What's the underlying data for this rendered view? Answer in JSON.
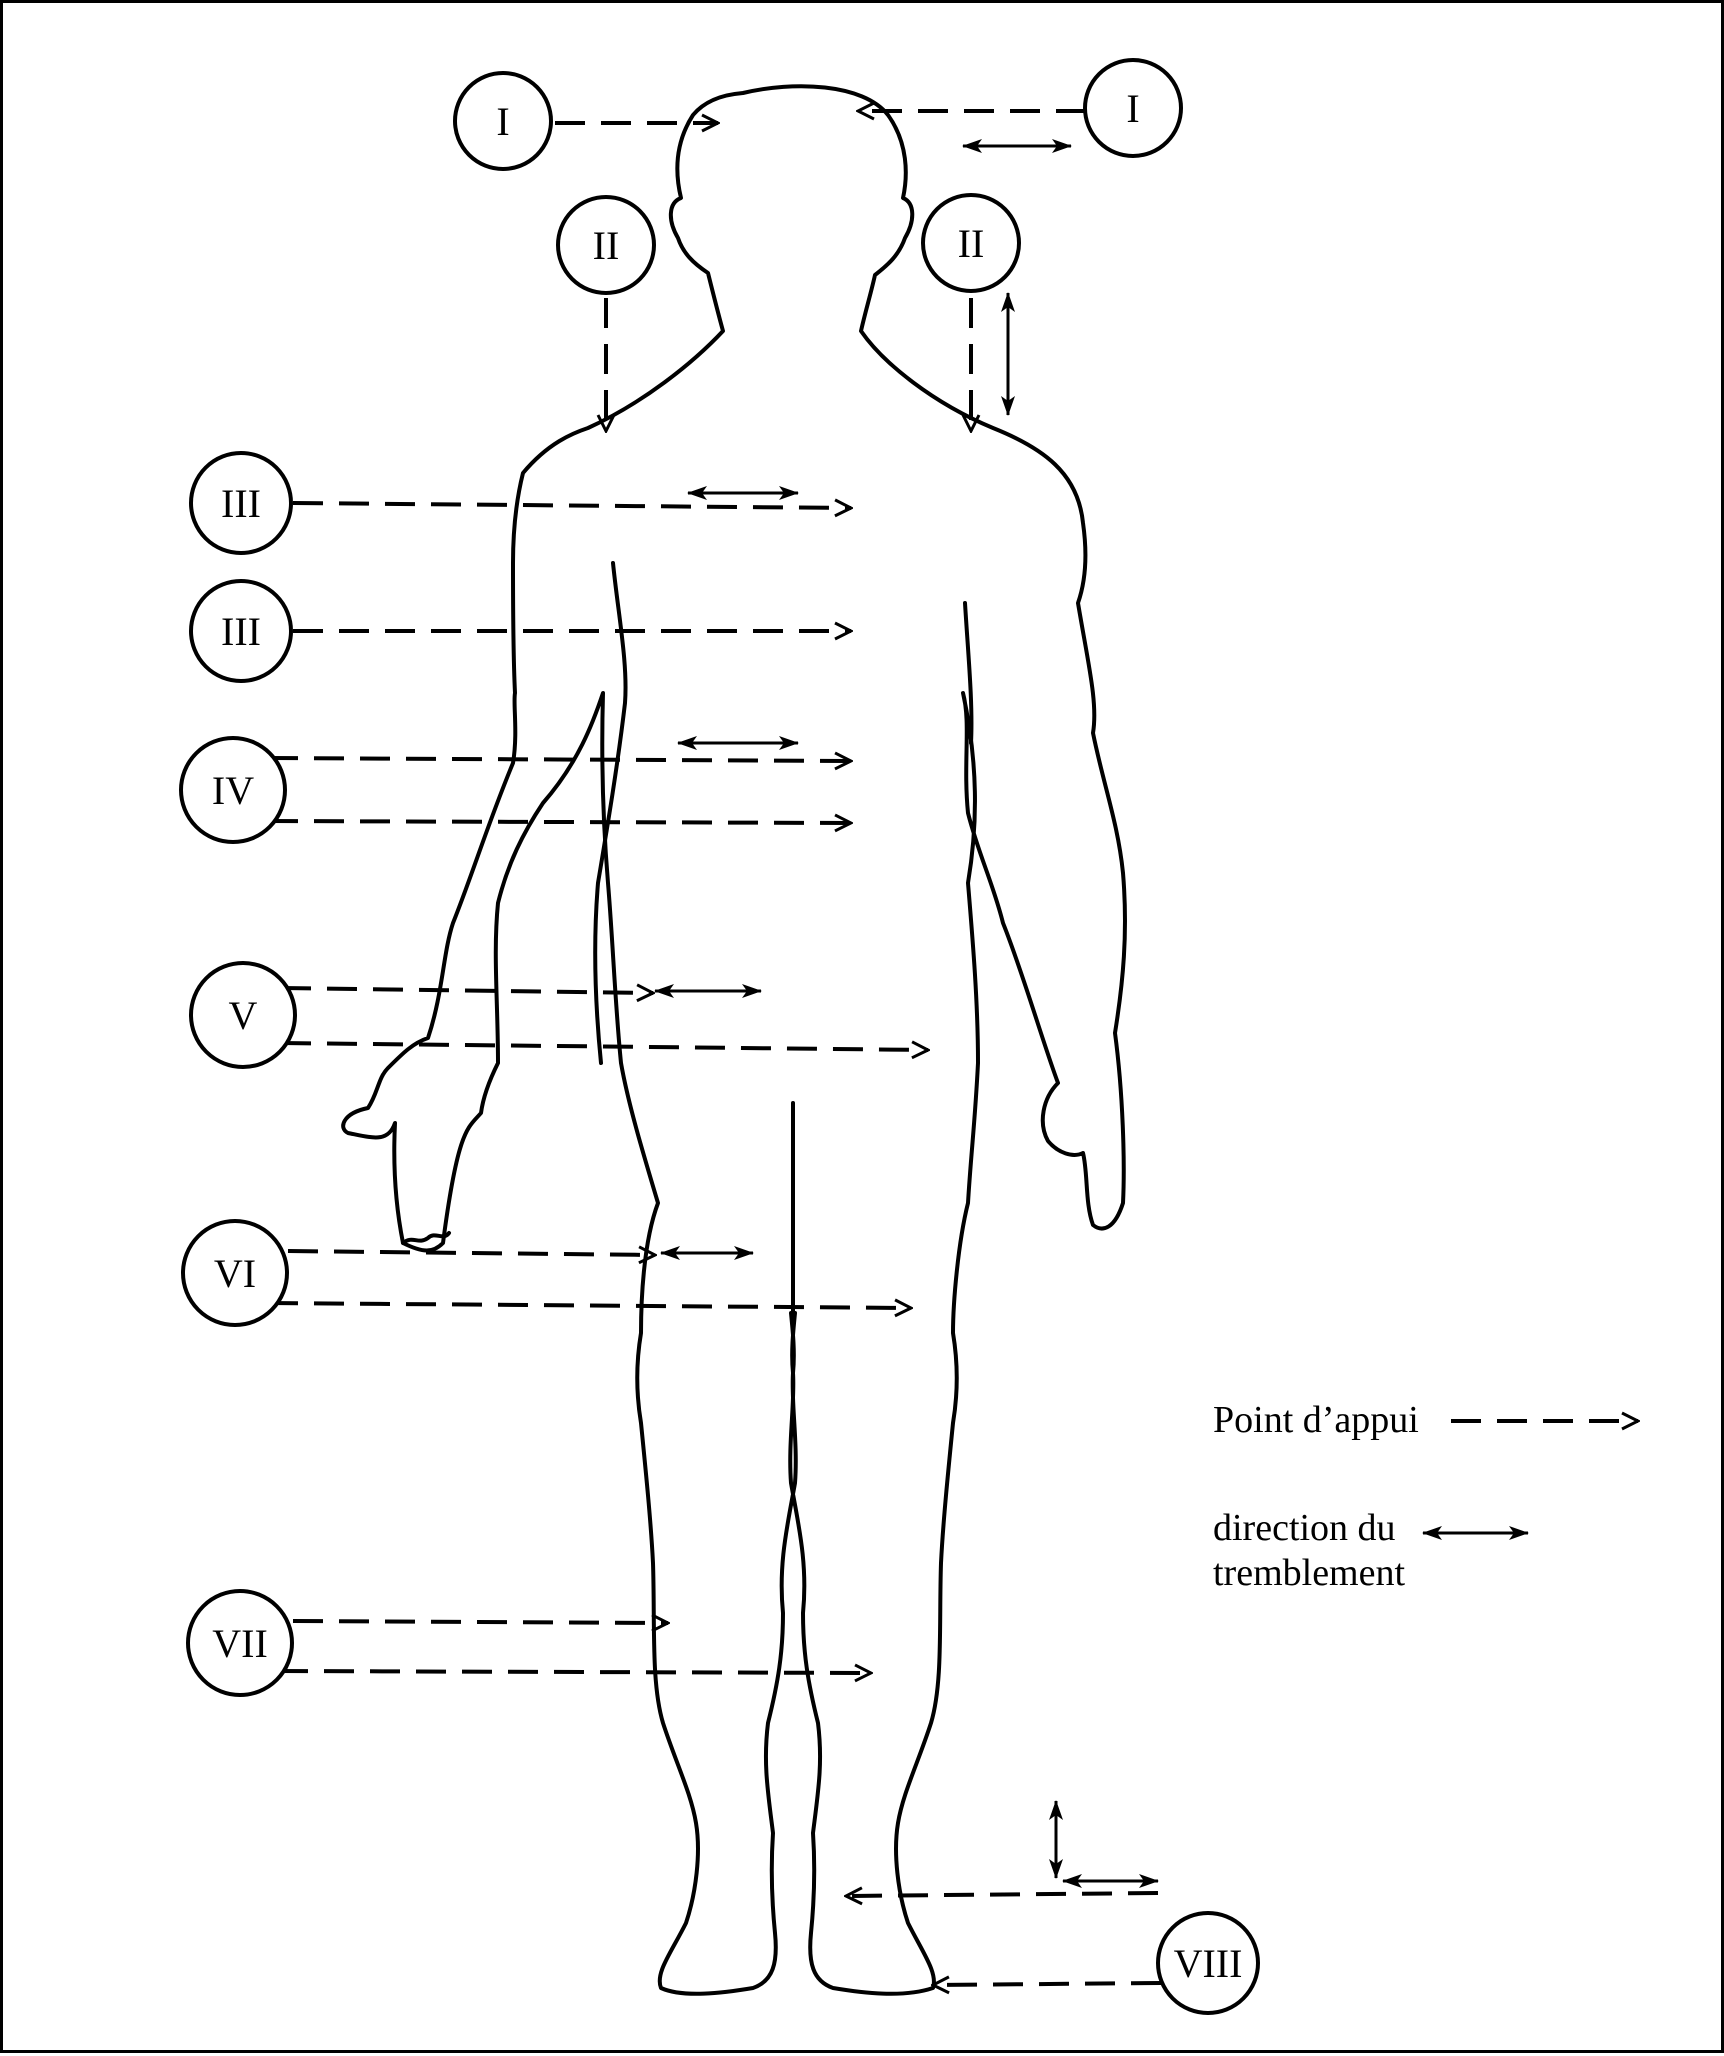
{
  "markers": {
    "head_left": "I",
    "head_right": "I",
    "shoulder_left": "II",
    "shoulder_right": "II",
    "arm_upper": "III",
    "arm_mid": "III",
    "elbow": "IV",
    "forearm": "V",
    "wrist": "VI",
    "knee": "VII",
    "foot": "VIII"
  },
  "legend": {
    "point_label": "Point d’appui",
    "direction_label_line1": "direction du",
    "direction_label_line2": "tremblement"
  },
  "colors": {
    "ink": "#000000",
    "background": "#ffffff"
  }
}
